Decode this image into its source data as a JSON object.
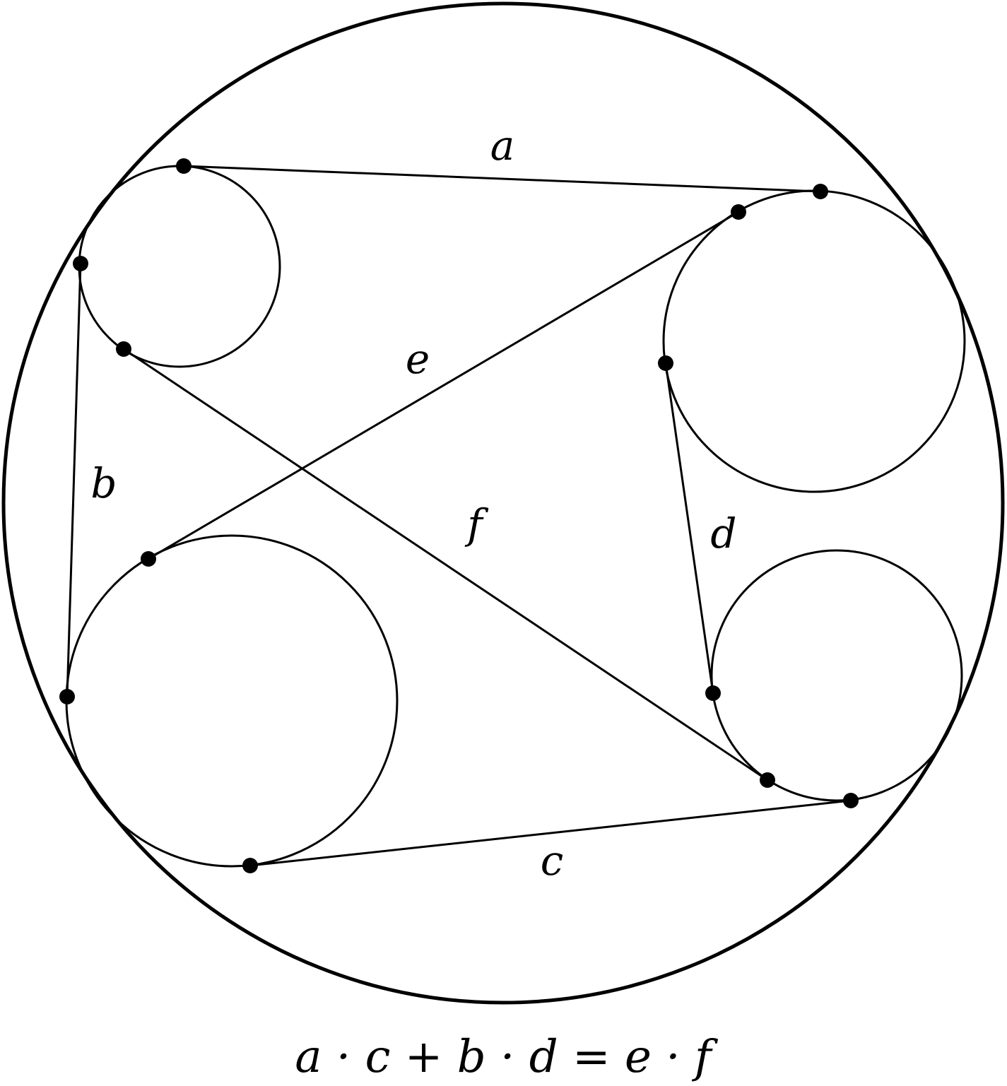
{
  "diagram": {
    "segment_labels": {
      "a": "a",
      "b": "b",
      "c": "c",
      "d": "d",
      "e": "e",
      "f": "f"
    },
    "equation": "a · c + b · d = e · f"
  }
}
